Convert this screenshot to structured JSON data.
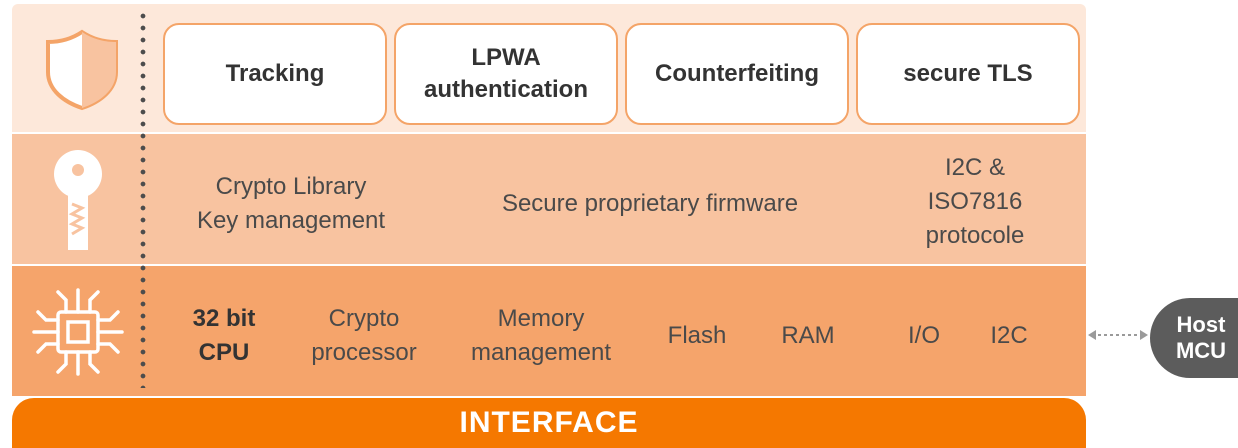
{
  "colors": {
    "apps_band": "#fde8da",
    "firmware_band": "#f8c3a0",
    "hardware_band": "#f5a46b",
    "interface_bar": "#f57800",
    "box_border": "#f4a468",
    "host_mcu": "#5c5c5c"
  },
  "icons": {
    "apps": "shield-icon",
    "firmware": "key-icon",
    "hardware": "chip-icon",
    "link": "double-arrow-icon"
  },
  "applications": [
    {
      "label": "Tracking"
    },
    {
      "label": "LPWA\nauthentication"
    },
    {
      "label": "Counterfeiting"
    },
    {
      "label": "secure TLS"
    }
  ],
  "firmware": {
    "library": "Crypto Library\nKey management",
    "proprietary": "Secure proprietary firmware",
    "protocol": "I2C &\nISO7816\nprotocole"
  },
  "hardware": {
    "cpu": "32 bit\nCPU",
    "crypto": "Crypto\nprocessor",
    "memory": "Memory\nmanagement",
    "flash": "Flash",
    "ram": "RAM",
    "io": "I/O",
    "i2c": "I2C"
  },
  "interface_label": "INTERFACE",
  "host_mcu_label": "Host\nMCU"
}
